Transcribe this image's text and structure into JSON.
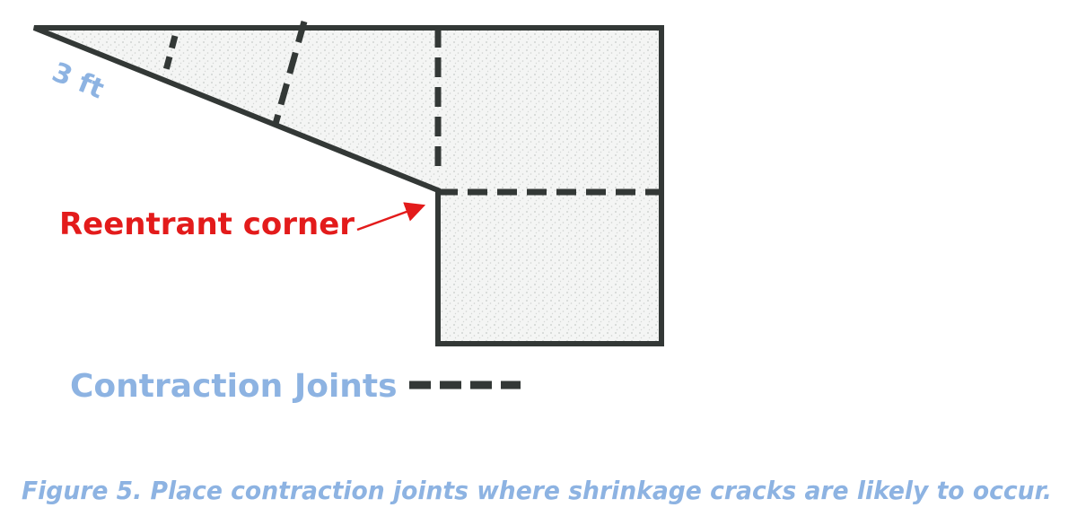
{
  "diagram": {
    "dimension_label": "3 ft",
    "corner_label": "Reentrant corner",
    "legend_label": "Contraction Joints",
    "caption": "Figure 5. Place contraction joints where shrinkage cracks are likely to occur."
  },
  "colors": {
    "outline": "#333836",
    "joint": "#333836",
    "slab_fill": "#f3f4f3",
    "speckle": "#c9cdca",
    "blue_text": "#8db3e2",
    "red_text": "#e31b1b",
    "arrow": "#e31b1b"
  }
}
